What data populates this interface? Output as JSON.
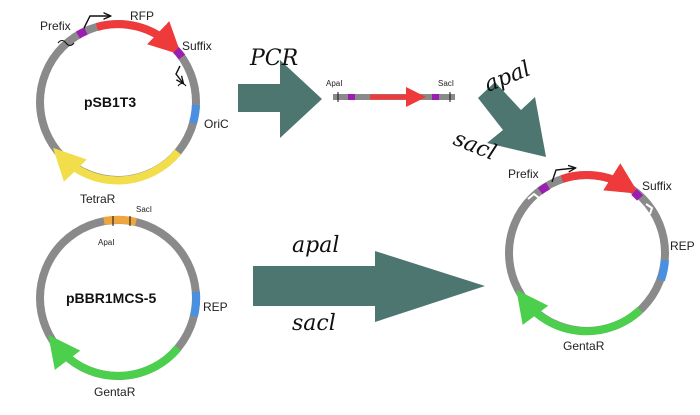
{
  "colors": {
    "backbone": "#8a8a8a",
    "rfp": "#ee3a3a",
    "tetra": "#f2dd4a",
    "genta": "#4ccf4c",
    "ori": "#4a8fe0",
    "rep": "#4a8fe0",
    "mcs": "#f0a640",
    "site": "#9a1fb0",
    "arrow": "#4d7670"
  },
  "plasmid_1": {
    "name": "pSB1T3",
    "prefix": "Prefix",
    "rfp": "RFP",
    "suffix": "Suffix",
    "oric": "OriC",
    "tetrar": "TetraR"
  },
  "plasmid_2": {
    "name": "pBBR1MCS-5",
    "apal": "ApaI",
    "sacl": "SacI",
    "rep": "REP",
    "gentar": "GentaR"
  },
  "pcr_step": {
    "label": "PCR",
    "apal": "ApaI",
    "sacl": "SacI"
  },
  "digest_arrow": {
    "enzyme_1": "apal",
    "enzyme_2": "sacl"
  },
  "ligation_arrow": {
    "enzyme_1": "apal",
    "enzyme_2": "sacl"
  },
  "product": {
    "prefix": "Prefix",
    "suffix": "Suffix",
    "rep": "REP",
    "gentar": "GentaR"
  }
}
